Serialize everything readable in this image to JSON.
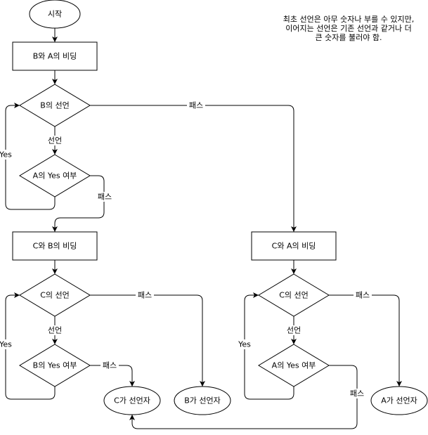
{
  "note": "최초 선언은 아무 숫자나 부를 수 있지만,\n이어지는 선언은 기존 선언과 같거나 더\n큰 숫자를 불러야 함.",
  "nodes": {
    "start": "시작",
    "bid_ba": "B와 A의 비딩",
    "b_declare": "B의 선언",
    "a_yes_1": "A의 Yes 여부",
    "bid_cb": "C와 B의 비딩",
    "c_declare_1": "C의 선언",
    "b_yes": "B의 Yes 여부",
    "c_declarer": "C가 선언자",
    "b_declarer": "B가 선언자",
    "bid_ca": "C와 A의 비딩",
    "c_declare_2": "C의 선언",
    "a_yes_2": "A의 Yes 여부",
    "a_declarer": "A가 선언자"
  },
  "edge_labels": {
    "pass": "패스",
    "declare": "선언",
    "yes": "Yes"
  }
}
